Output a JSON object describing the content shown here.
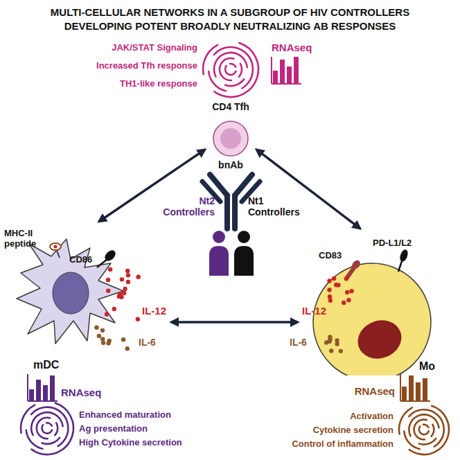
{
  "diagram": {
    "title": "MULTI-CELLULAR NETWORKS IN A SUBGROUP OF HIV CONTROLLERS DEVELOPING POTENT BROADLY NEUTRALIZING AB RESPONSES",
    "nodes": [
      {
        "text": [
          "CD4 Tfh"
        ]
      },
      {
        "text": [
          "mDC"
        ]
      },
      {
        "text": [
          "Mo"
        ]
      }
    ],
    "edges": [
      {
        "from": 0,
        "to": 1,
        "arrow": "both"
      },
      {
        "from": 0,
        "to": 2,
        "arrow": "both"
      },
      {
        "from": 1,
        "to": 2,
        "arrow": "both"
      }
    ],
    "labels": [
      "RNAseq",
      "JAK/STAT Signaling",
      "Increased Tfh response",
      "TH1-like response",
      "bnAb",
      "Nt2 Controllers",
      "Nt1 Controllers",
      "MHC-II peptide",
      "CD86",
      "IL-12",
      "IL-6",
      "CD83",
      "PD-L1/L2",
      "IL-12",
      "IL-6",
      "RNAseq",
      "Enhanced maturation",
      "Ag presentation",
      "High Cytokine secretion",
      "RNAseq",
      "Activation",
      "Cytokine secretion",
      "Control of inflammation"
    ]
  }
}
